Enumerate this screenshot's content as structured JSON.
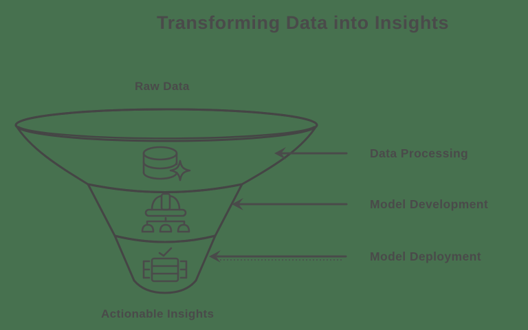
{
  "title": "Transforming Data into Insights",
  "funnel": {
    "input_label": "Raw Data",
    "output_label": "Actionable Insights"
  },
  "stages": [
    {
      "label": "Data Processing",
      "icon": "database-sparkle-icon",
      "color_top": "#7EDDFB",
      "color_bottom": "#50C4F2"
    },
    {
      "label": "Model Development",
      "icon": "hard-hat-flowchart-icon",
      "color_top": "#7DECAE",
      "color_bottom": "#6CE39F"
    },
    {
      "label": "Model Deployment",
      "icon": "server-check-icon",
      "color_top": "#DBEE6E",
      "color_bottom": "#D2E958"
    }
  ],
  "colors": {
    "background": "#47714F",
    "text": "#4A4A4A",
    "outline": "#454545",
    "rim_top": "#7FDEFB",
    "sparkle_fill": "#59C9F4"
  }
}
